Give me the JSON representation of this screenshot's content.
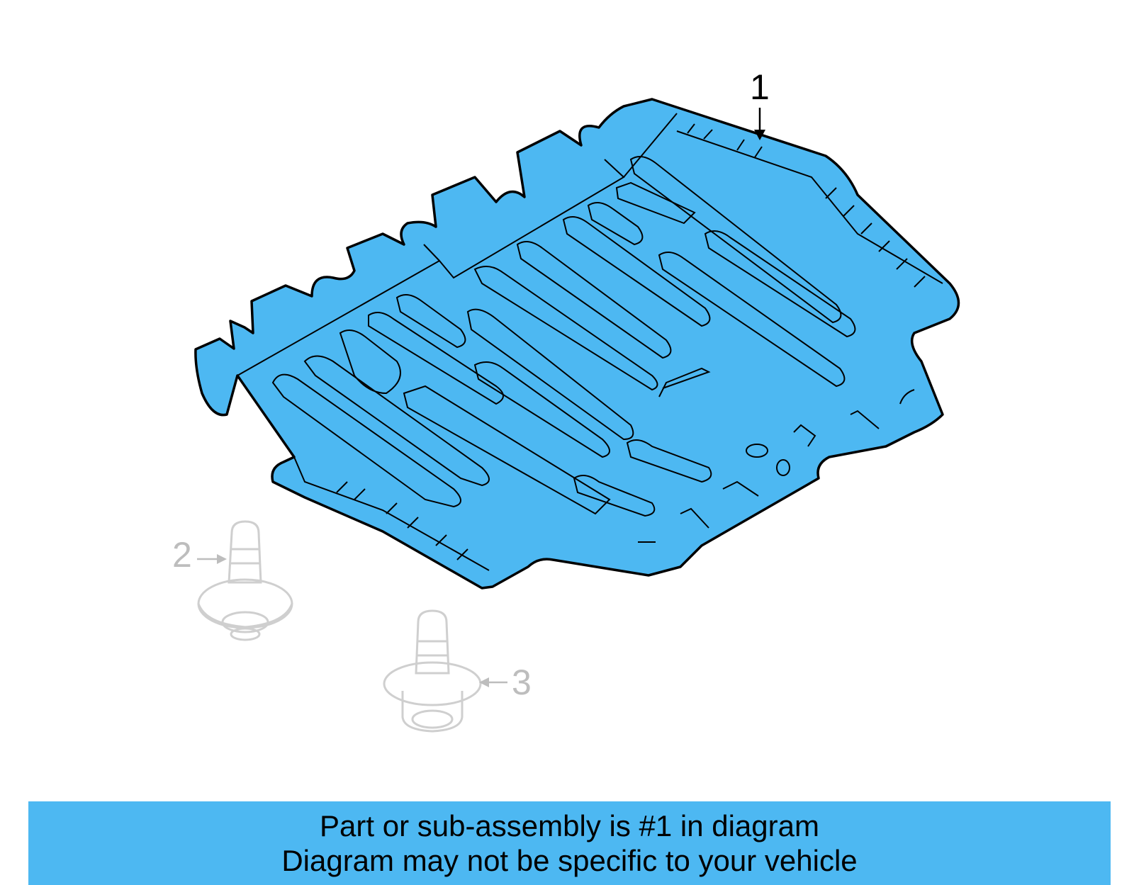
{
  "diagram": {
    "callouts": [
      {
        "id": "1",
        "label": "1",
        "highlighted": true
      },
      {
        "id": "2",
        "label": "2",
        "highlighted": false
      },
      {
        "id": "3",
        "label": "3",
        "highlighted": false
      }
    ],
    "colors": {
      "highlight_fill": "#4db8f2",
      "outline": "#000000",
      "faded_part": "#cfcfcf",
      "faded_text": "#bdbdbd"
    }
  },
  "caption": {
    "line1": "Part or sub-assembly is #1 in diagram",
    "line2": "Diagram may not be specific to your vehicle"
  }
}
